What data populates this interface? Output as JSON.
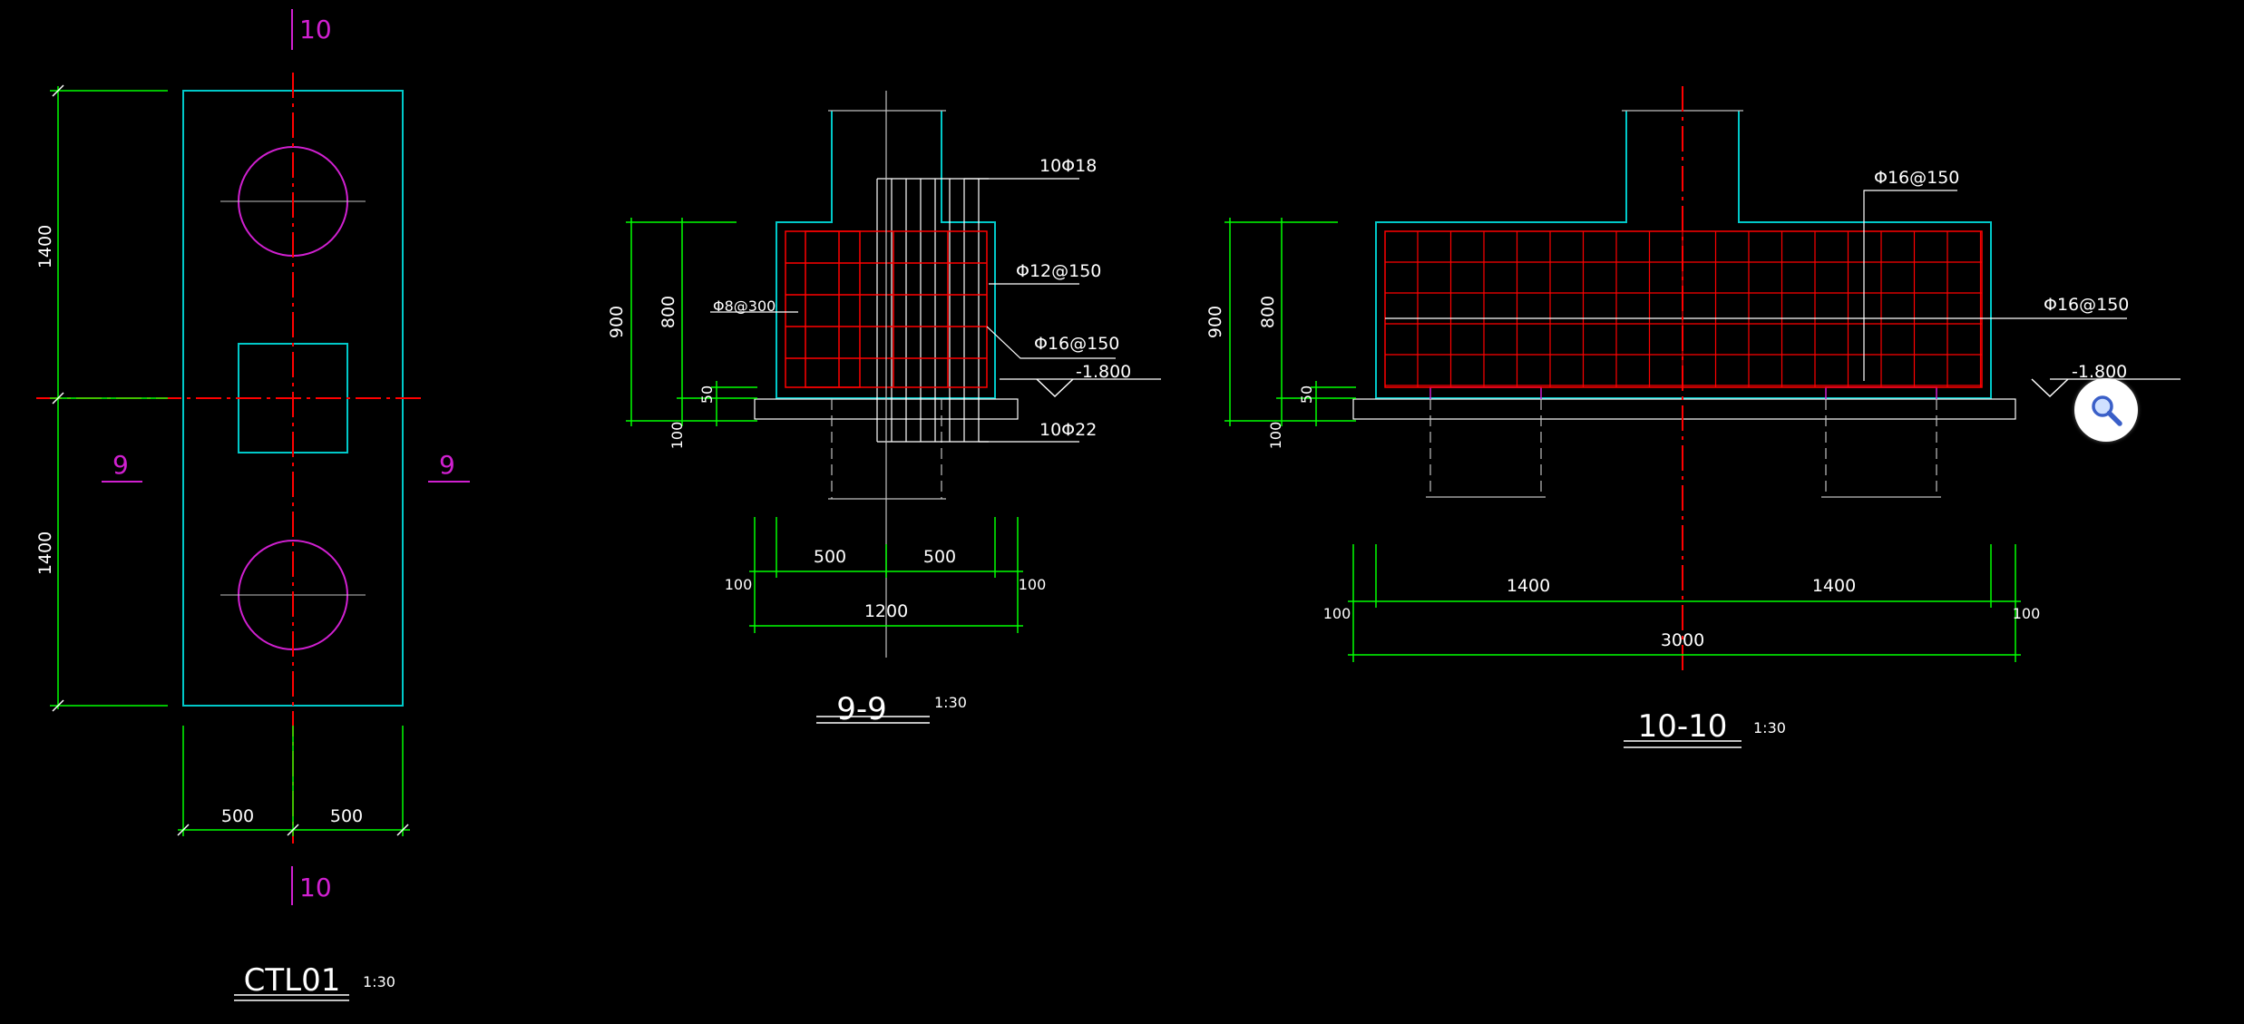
{
  "colors": {
    "background": "#000000",
    "dimension": "#00ff00",
    "outline": "#00c8c8",
    "centerline": "#ff0000",
    "rebar": "#ff0000",
    "section_mark": "#d020d0",
    "text": "#ffffff",
    "hidden": "#c0c0c0"
  },
  "plan": {
    "section_top": "10",
    "section_bottom": "10",
    "section_left": "9",
    "section_right": "9",
    "dim_upper": "1400",
    "dim_lower": "1400",
    "dim_left_half": "500",
    "dim_right_half": "500",
    "title": "CTL01",
    "scale": "1:30"
  },
  "section_9": {
    "label_top_bars": "10Φ18",
    "label_stirrup": "Φ12@150",
    "label_tie": "Φ8@300",
    "label_side_bars": "Φ16@150",
    "label_bottom_bars": "10Φ22",
    "elevation": "-1.800",
    "dim_900": "900",
    "dim_800": "800",
    "dim_50": "50",
    "dim_100": "100",
    "dim_500_left": "500",
    "dim_500_right": "500",
    "dim_100_left": "100",
    "dim_100_right": "100",
    "dim_1200": "1200",
    "title": "9-9",
    "scale": "1:30"
  },
  "section_10": {
    "label_top": "Φ16@150",
    "label_side": "Φ16@150",
    "elevation": "-1.800",
    "dim_900": "900",
    "dim_800": "800",
    "dim_50": "50",
    "dim_100": "100",
    "dim_1400_left": "1400",
    "dim_1400_right": "1400",
    "dim_100_left": "100",
    "dim_100_right": "100",
    "dim_3000": "3000",
    "title": "10-10",
    "scale": "1:30"
  },
  "zoom_button": {
    "icon": "magnifier-icon"
  }
}
